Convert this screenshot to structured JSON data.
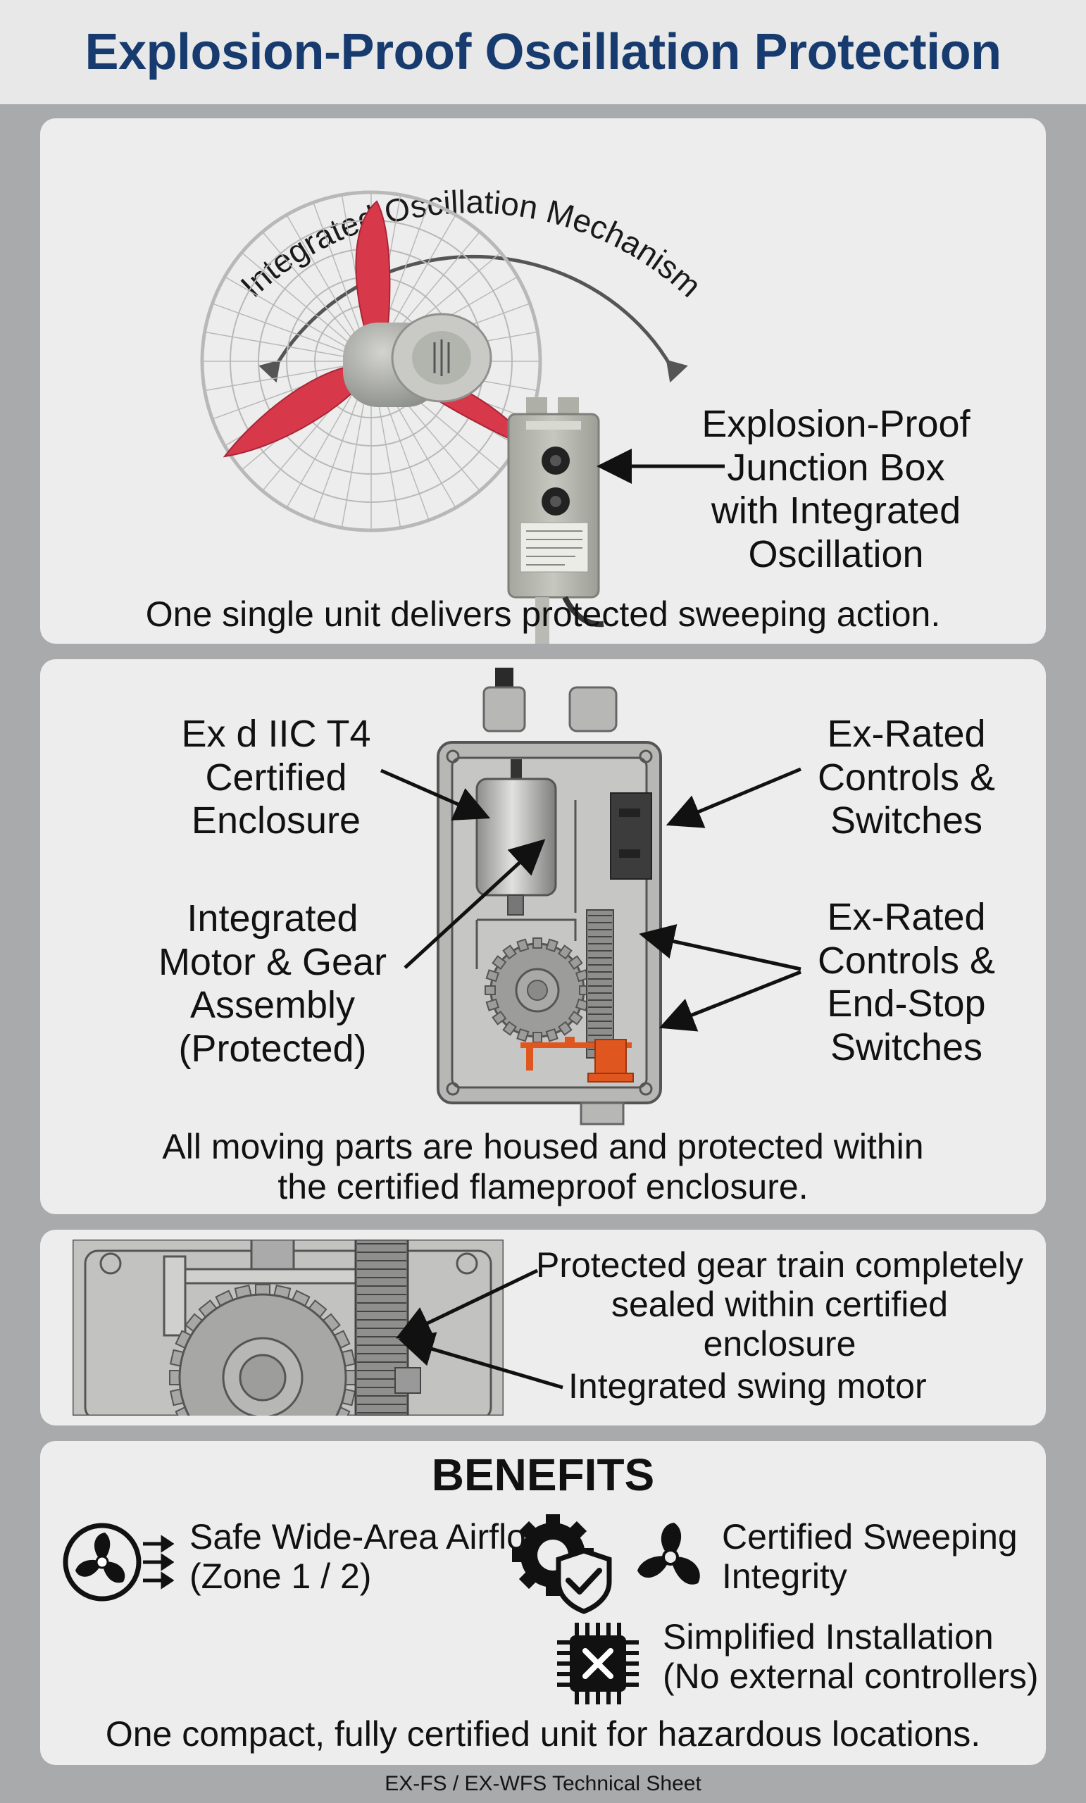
{
  "title": "Explosion-Proof Oscillation Protection",
  "panel1": {
    "arc_label": "Integrated Oscillation Mechanism",
    "callout": [
      "Explosion-Proof",
      "Junction Box",
      "with Integrated",
      "Oscillation"
    ],
    "caption": "One single unit delivers protected sweeping action."
  },
  "panel2": {
    "enclosure_label": [
      "Ex d IIC T4",
      "Certified",
      "Enclosure"
    ],
    "motor_label": [
      "Integrated",
      "Motor & Gear",
      "Assembly",
      "(Protected)"
    ],
    "controls_label": [
      "Ex-Rated",
      "Controls &",
      "Switches"
    ],
    "endstop_label": [
      "Ex-Rated",
      "Controls &",
      "End-Stop",
      "Switches"
    ],
    "caption": [
      "All moving parts are housed and protected within",
      "the certified flameproof enclosure."
    ]
  },
  "panel3": {
    "gear_label": [
      "Protected gear train completely",
      "sealed within certified",
      "enclosure"
    ],
    "motor_label": "Integrated swing motor"
  },
  "benefits": {
    "heading": "BENEFITS",
    "items": [
      {
        "line1": "Safe Wide-Area Airflow",
        "line2": "(Zone 1 / 2)",
        "icon": "fan-airflow-icon"
      },
      {
        "line1": "Certified Sweeping",
        "line2": "Integrity",
        "icon": "fan-icon"
      },
      {
        "line1": "Simplified Installation",
        "line2": "(No external controllers)",
        "icon": "chip-x-icon"
      }
    ],
    "certified_icon": "gear-shield-check-icon",
    "caption": "One compact, fully certified unit for hazardous locations."
  },
  "footer": "EX-FS / EX-WFS Technical Sheet",
  "colors": {
    "title": "#173b6e",
    "blade": "#d8394a",
    "endstop": "#e0561f",
    "panel": "#ededee",
    "background": "#a9aaab"
  }
}
